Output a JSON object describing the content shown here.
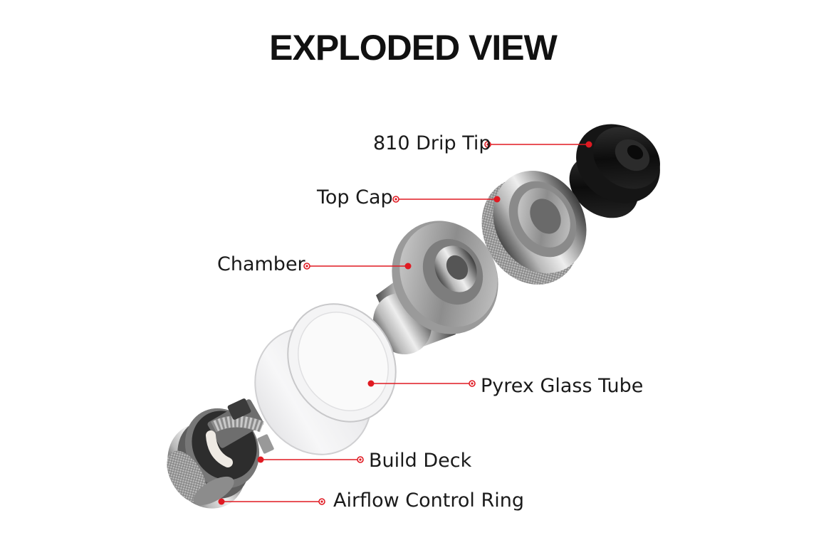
{
  "title": "EXPLODED VIEW",
  "accent_color": "#e01a22",
  "parts": [
    {
      "id": "drip-tip",
      "label": "810 Drip Tip"
    },
    {
      "id": "top-cap",
      "label": "Top Cap"
    },
    {
      "id": "chamber",
      "label": "Chamber"
    },
    {
      "id": "glass-tube",
      "label": "Pyrex Glass Tube"
    },
    {
      "id": "build-deck",
      "label": "Build Deck"
    },
    {
      "id": "airflow-ring",
      "label": "Airflow Control Ring"
    }
  ]
}
